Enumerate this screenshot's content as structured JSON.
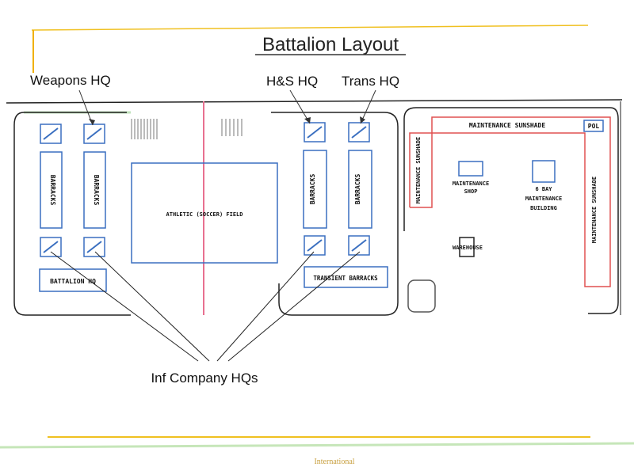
{
  "title": "Battalion Layout",
  "callouts": {
    "weapons_hq": "Weapons HQ",
    "hs_hq": "H&S HQ",
    "trans_hq": "Trans HQ",
    "inf_company_hqs": "Inf Company HQs"
  },
  "buildings": {
    "barracks": "BARRACKS",
    "field": "ATHLETIC (SOCCER) FIELD",
    "battalion_hq": "BATTALION HQ",
    "transient_barracks": "TRANSIENT BARRACKS",
    "maintenance_sunshade_top": "MAINTENANCE SUNSHADE",
    "maintenance_sunshade_left": "MAINTENANCE SUNSHADE",
    "maintenance_sunshade_right": "MAINTENANCE SUNSHADE",
    "pol": "POL",
    "maintenance_shop_1": "MAINTENANCE",
    "maintenance_shop_2": "SHOP",
    "bay_building_1": "6 BAY",
    "bay_building_2": "MAINTENANCE",
    "bay_building_3": "BUILDING",
    "warehouse": "WAREHOUSE"
  },
  "footer": "International",
  "colors": {
    "accent_line": "#f0c020",
    "building_blue": "#3a6fc0",
    "sunshade_red": "#e05050",
    "road_pink": "#e87090",
    "footer_green": "#b8e0a8"
  }
}
